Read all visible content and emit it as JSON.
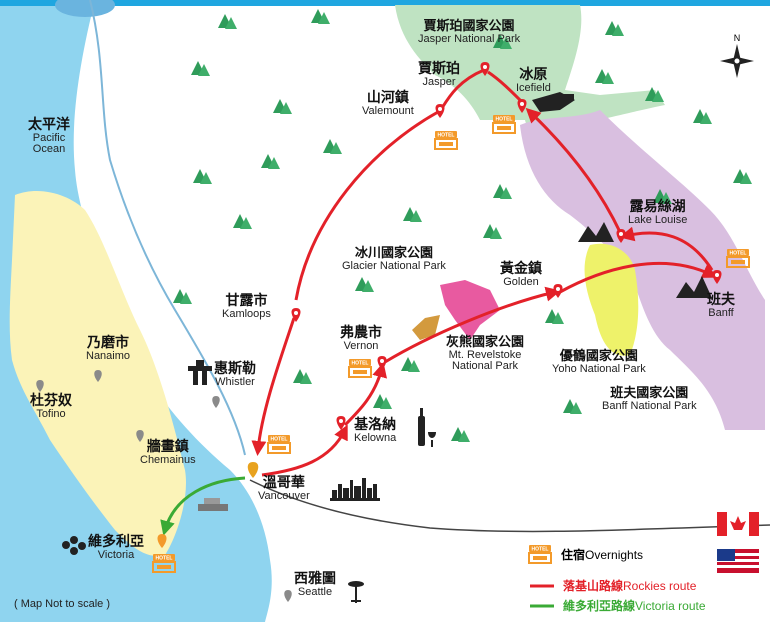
{
  "ocean": {
    "zh": "太平洋",
    "en_line1": "Pacific",
    "en_line2": "Ocean"
  },
  "parks": {
    "jasper": {
      "zh": "賈斯珀國家公園",
      "en": "Jasper National Park"
    },
    "glacier": {
      "zh": "冰川國家公園",
      "en": "Glacier National Park"
    },
    "revelstoke": {
      "zh": "灰熊國家公園",
      "en_line1": "Mt. Revelstoke",
      "en_line2": "National Park"
    },
    "yoho": {
      "zh": "優鶴國家公園",
      "en": "Yoho National Park"
    },
    "banff": {
      "zh": "班夫國家公園",
      "en": "Banff National Park"
    }
  },
  "places": {
    "jasper": {
      "zh": "賈斯珀",
      "en": "Jasper"
    },
    "icefield": {
      "zh": "冰原",
      "en": "Icefield"
    },
    "valemount": {
      "zh": "山河鎮",
      "en": "Valemount"
    },
    "lake_louise": {
      "zh": "露易絲湖",
      "en": "Lake Louise"
    },
    "banff": {
      "zh": "班夫",
      "en": "Banff"
    },
    "golden": {
      "zh": "黃金鎮",
      "en": "Golden"
    },
    "kamloops": {
      "zh": "甘露市",
      "en": "Kamloops"
    },
    "vernon": {
      "zh": "弗農市",
      "en": "Vernon"
    },
    "kelowna": {
      "zh": "基洛納",
      "en": "Kelowna"
    },
    "whistler": {
      "zh": "惠斯勒",
      "en": "Whistler"
    },
    "vancouver": {
      "zh": "溫哥華",
      "en": "Vancouver"
    },
    "nanaimo": {
      "zh": "乃磨市",
      "en": "Nanaimo"
    },
    "tofino": {
      "zh": "杜芬奴",
      "en": "Tofino"
    },
    "chemainus": {
      "zh": "牆畫鎮",
      "en": "Chemainus"
    },
    "victoria": {
      "zh": "維多利亞",
      "en": "Victoria"
    },
    "seattle": {
      "zh": "西雅圖",
      "en": "Seattle"
    }
  },
  "compass": {
    "north": "N"
  },
  "hotel_sign": "HOTEL",
  "legend": {
    "overnight_zh": "住宿",
    "overnight_en": "Overnights",
    "rockies_zh": "落基山路線",
    "rockies_en": "Rockies route",
    "victoria_zh": "維多利亞路線",
    "victoria_en": "Victoria route"
  },
  "note": "( Map Not to scale )",
  "colors": {
    "rockies_route": "#e32129",
    "victoria_route": "#3aaa35",
    "ocean": "#8fd4ef",
    "island": "#fbf3b8",
    "jasper_park": "#bfe3c2",
    "banff_park": "#d9bfe0",
    "yoho_park": "#eef26a",
    "glacier_park": "#e85aa0",
    "revelstoke_park": "#d39a3e"
  }
}
